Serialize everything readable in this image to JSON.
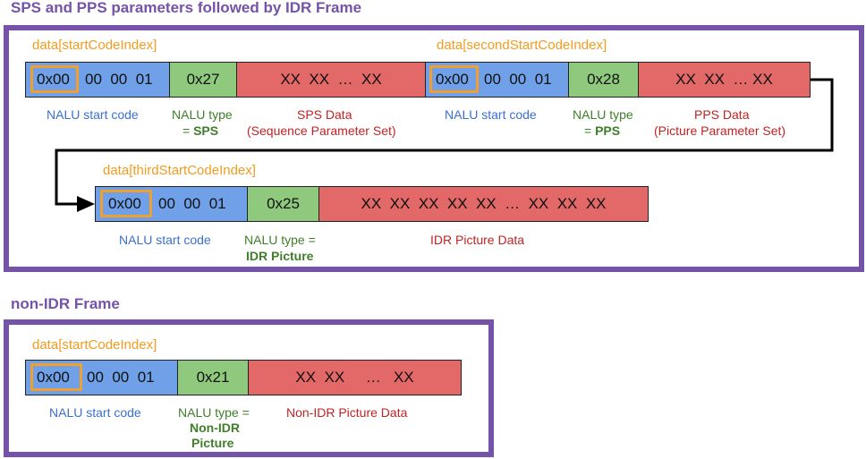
{
  "section1": {
    "title": "SPS and PPS parameters followed by IDR Frame",
    "row1": {
      "index_label_1": "data[startCodeIndex]",
      "index_label_2": "data[secondStartCodeIndex]",
      "start_code_1": {
        "first": "0x00",
        "rest": "00  00  01"
      },
      "nalu_type_sps": "0x27",
      "sps_data": "XX  XX  …  XX",
      "start_code_2": {
        "first": "0x00",
        "rest": "00  00  01"
      },
      "nalu_type_pps": "0x28",
      "pps_data": "XX  XX  … XX",
      "labels": {
        "start_code_1": "NALU start code",
        "nalu_type_sps_line1": "NALU type",
        "nalu_type_sps_prefix": "= ",
        "nalu_type_sps_bold": "SPS",
        "sps_line1": "SPS Data",
        "sps_line2": "(Sequence Parameter Set)",
        "start_code_2": "NALU start code",
        "nalu_type_pps_line1": "NALU type",
        "nalu_type_pps_prefix": "= ",
        "nalu_type_pps_bold": "PPS",
        "pps_line1": "PPS Data",
        "pps_line2": "(Picture Parameter Set)"
      }
    },
    "row2": {
      "index_label": "data[thirdStartCodeIndex]",
      "start_code": {
        "first": "0x00",
        "rest": "00  00  01"
      },
      "nalu_type_idr": "0x25",
      "idr_data": "XX  XX  XX  XX  XX  …  XX  XX  XX",
      "labels": {
        "start_code": "NALU start code",
        "nalu_type_line1": "NALU type =",
        "nalu_type_bold": "IDR Picture",
        "idr_data": "IDR Picture Data"
      }
    }
  },
  "section2": {
    "title": "non-IDR Frame",
    "row": {
      "index_label": "data[startCodeIndex]",
      "start_code": {
        "first": "0x00",
        "rest": "00  00  01"
      },
      "nalu_type": "0x21",
      "data": "XX  XX     …   XX",
      "labels": {
        "start_code": "NALU start code",
        "nalu_type_line1": "NALU type =",
        "nalu_type_bold1": "Non-IDR",
        "nalu_type_bold2": "Picture",
        "data": "Non-IDR Picture Data"
      }
    }
  },
  "colors": {
    "frame": "#7453a8",
    "start_code": "#6fa0e8",
    "nalu_type": "#8fc97e",
    "payload": "#e36868",
    "index_highlight": "#f0a030"
  }
}
